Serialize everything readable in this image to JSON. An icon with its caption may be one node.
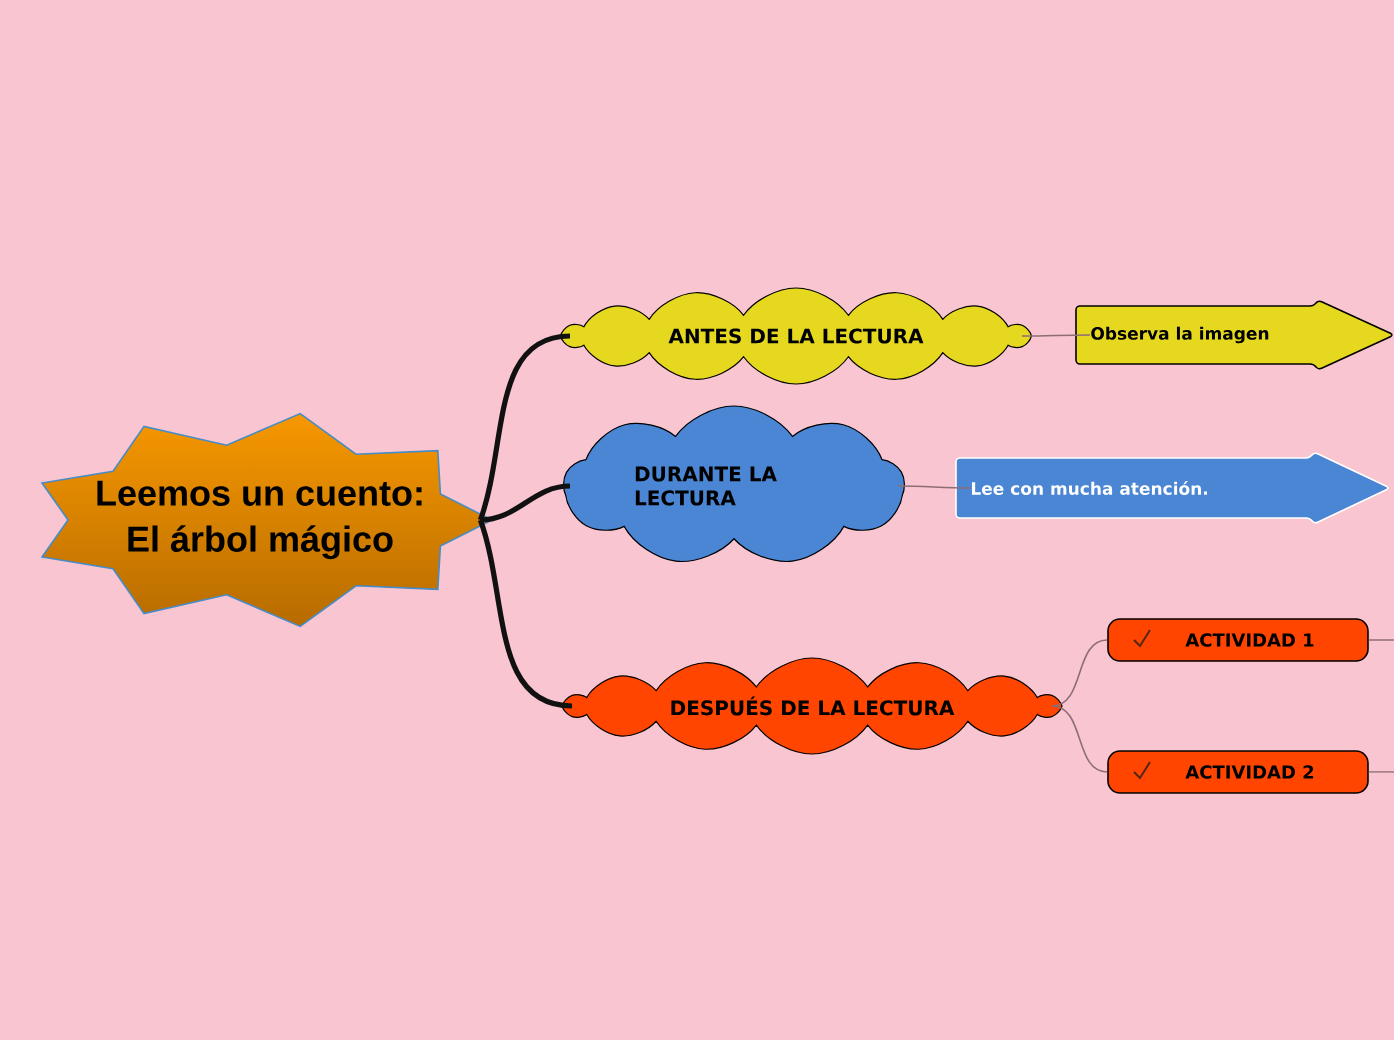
{
  "diagram": {
    "nodes": [
      {
        "text": [
          "Leemos un cuento: El árbol mágico"
        ]
      },
      {
        "text": [
          "ANTES DE LA LECTURA"
        ]
      },
      {
        "text": [
          "DURANTE LA LECTURA"
        ]
      },
      {
        "text": [
          "DESPUÉS DE LA LECTURA"
        ]
      },
      {
        "text": [
          "Observa la imagen"
        ]
      },
      {
        "text": [
          "Lee con mucha atención."
        ]
      },
      {
        "text": [
          "ACTIVIDAD 1"
        ]
      },
      {
        "text": [
          "ACTIVIDAD 2"
        ]
      }
    ],
    "edges": [
      {
        "from": 0,
        "to": 1,
        "arrow": "none",
        "style": "thick",
        "color": "#111111"
      },
      {
        "from": 0,
        "to": 2,
        "arrow": "none",
        "style": "thick",
        "color": "#111111"
      },
      {
        "from": 0,
        "to": 3,
        "arrow": "none",
        "style": "thick",
        "color": "#111111"
      },
      {
        "from": 1,
        "to": 4,
        "arrow": "none"
      },
      {
        "from": 2,
        "to": 5,
        "arrow": "none"
      },
      {
        "from": 3,
        "to": 6,
        "arrow": "none"
      },
      {
        "from": 3,
        "to": 7,
        "arrow": "none"
      },
      {
        "from": 6,
        "to": null,
        "arrow": "none"
      },
      {
        "from": 7,
        "to": null,
        "arrow": "none"
      }
    ]
  }
}
